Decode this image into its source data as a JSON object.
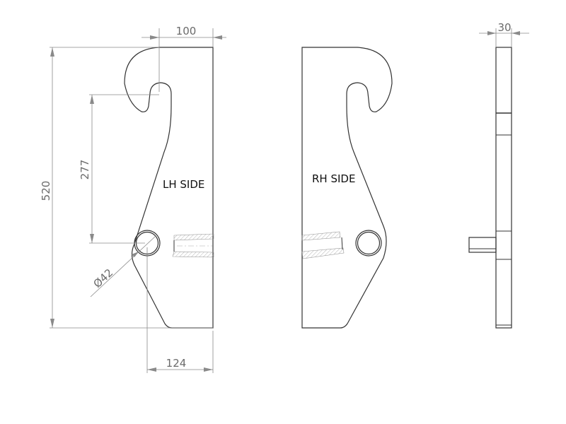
{
  "drawing": {
    "views": {
      "lh": {
        "label": "LH SIDE"
      },
      "rh": {
        "label": "RH SIDE"
      },
      "side": {
        "label": ""
      }
    },
    "dimensions": {
      "overall_height": "520",
      "hook_to_pin": "277",
      "hook_offset_width": "100",
      "pin_to_edge": "124",
      "pin_diameter": "Ø42",
      "thickness": "30"
    },
    "colors": {
      "outline": "#333333",
      "dimension": "#8a8a8a",
      "background": "#ffffff"
    }
  }
}
